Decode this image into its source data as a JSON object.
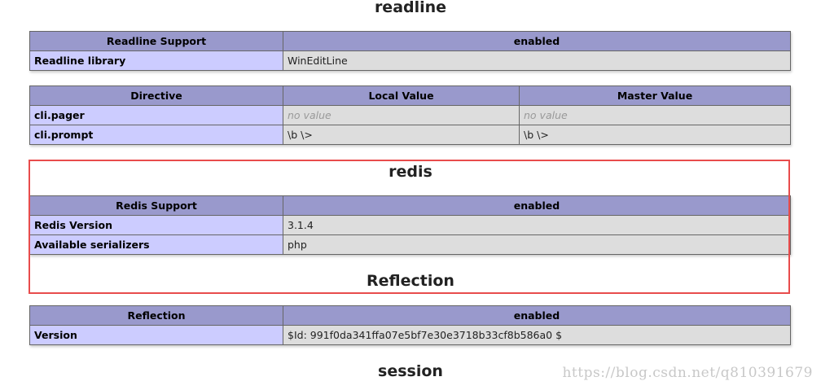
{
  "sections": {
    "readline": {
      "title": "readline",
      "support_table": {
        "header": [
          "Readline Support",
          "enabled"
        ],
        "rows": [
          [
            "Readline library",
            "WinEditLine"
          ]
        ]
      },
      "directive_table": {
        "header": [
          "Directive",
          "Local Value",
          "Master Value"
        ],
        "rows": [
          [
            "cli.pager",
            "no value",
            "no value"
          ],
          [
            "cli.prompt",
            "\\b \\>",
            "\\b \\>"
          ]
        ]
      }
    },
    "redis": {
      "title": "redis",
      "support_table": {
        "header": [
          "Redis Support",
          "enabled"
        ],
        "rows": [
          [
            "Redis Version",
            "3.1.4"
          ],
          [
            "Available serializers",
            "php"
          ]
        ]
      }
    },
    "reflection": {
      "title": "Reflection",
      "support_table": {
        "header": [
          "Reflection",
          "enabled"
        ],
        "rows": [
          [
            "Version",
            "$Id: 991f0da341ffa07e5bf7e30e3718b33cf8b586a0 $"
          ]
        ]
      }
    },
    "session": {
      "title": "session"
    }
  },
  "highlight_color": "#e84c4c",
  "colors": {
    "header_bg": "#9999cc",
    "key_bg": "#ccccff",
    "value_bg": "#dddddd"
  },
  "watermark": "https://blog.csdn.net/q810391679"
}
